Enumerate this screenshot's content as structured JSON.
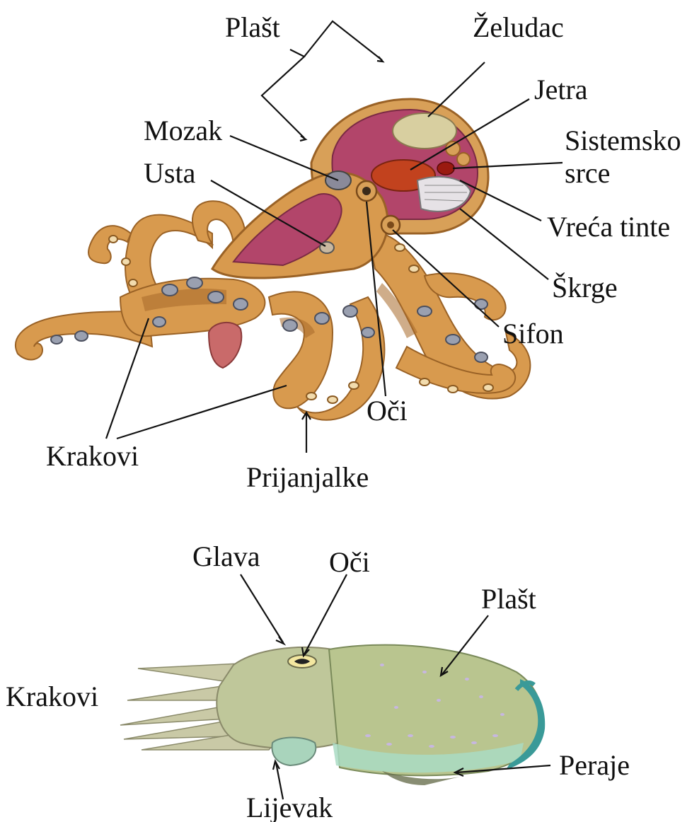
{
  "octopus": {
    "labels": {
      "mantle": "Plašt",
      "stomach": "Želudac",
      "liver": "Jetra",
      "systemic_heart_1": "Sistemsko",
      "systemic_heart_2": "srce",
      "brain": "Mozak",
      "mouth": "Usta",
      "ink_sac": "Vreća tinte",
      "gills": "Škrge",
      "siphon": "Sifon",
      "eyes": "Oči",
      "arms": "Krakovi",
      "suckers": "Prijanjalke"
    },
    "colors": {
      "skin": "#d89a4e",
      "skin_dark": "#b0702a",
      "band": "#8f5a22",
      "interior": "#b2456a",
      "liver": "#c2421e",
      "stomach": "#d8cfa0",
      "gills": "#e6e2e6",
      "ring": "#9aa0b0"
    }
  },
  "cuttlefish": {
    "labels": {
      "head": "Glava",
      "eyes": "Oči",
      "mantle": "Plašt",
      "arms": "Krakovi",
      "fin": "Peraje",
      "funnel": "Lijevak"
    },
    "colors": {
      "body": "#b9c58f",
      "belly": "#a9dbc3",
      "arms": "#c9c9a6",
      "fin_edge": "#3a9a98",
      "spots": "#c9b6ea"
    }
  }
}
